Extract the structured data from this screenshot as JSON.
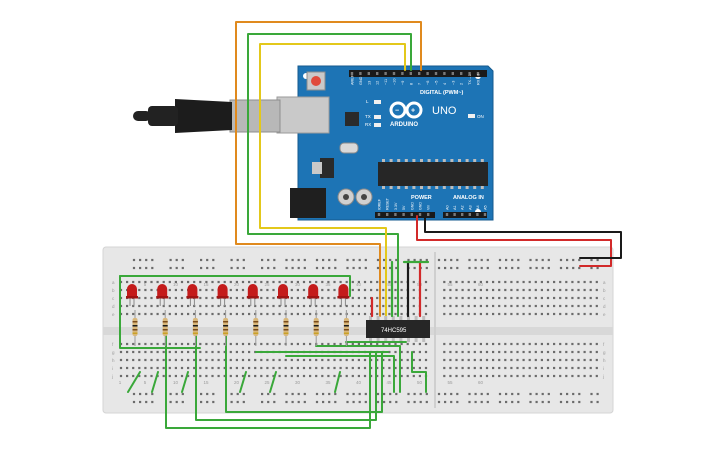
{
  "board": {
    "logo_text": "ARDUINO",
    "model": "UNO",
    "digital_label": "DIGITAL (PWM~)",
    "power_label": "POWER",
    "analog_label": "ANALOG IN",
    "on_label": "ON",
    "l_label": "L",
    "tx_label": "TX",
    "rx_label": "RX",
    "digital_pins": [
      "AREF",
      "GND",
      "13",
      "12",
      "~11",
      "~10",
      "~9",
      "8",
      "7",
      "~6",
      "~5",
      "4",
      "~3",
      "2",
      "TX→1",
      "RX←0"
    ],
    "power_pins": [
      "IOREF",
      "RESET",
      "3.3V",
      "5V",
      "GND",
      "GND",
      "Vin"
    ],
    "analog_pins": [
      "A0",
      "A1",
      "A2",
      "A3",
      "A4",
      "A5"
    ]
  },
  "chip": {
    "label": "74HC595"
  },
  "breadboard": {
    "col_numbers": [
      "1",
      "5",
      "10",
      "15",
      "20",
      "25",
      "30",
      "35",
      "40",
      "45",
      "50",
      "55",
      "60"
    ],
    "row_letters_top": [
      "a",
      "b",
      "c",
      "d",
      "e"
    ],
    "row_letters_bottom": [
      "f",
      "g",
      "h",
      "i",
      "j"
    ]
  },
  "leds": {
    "count": 8,
    "color": "#c41b1b"
  },
  "colors": {
    "board_blue": "#1d74b5",
    "wire_orange": "#e08a1e",
    "wire_green": "#3aa83a",
    "wire_yellow": "#e3c81b",
    "wire_red": "#d22a2a",
    "wire_black": "#1a1a1a",
    "breadboard": "#e7e7e7"
  }
}
